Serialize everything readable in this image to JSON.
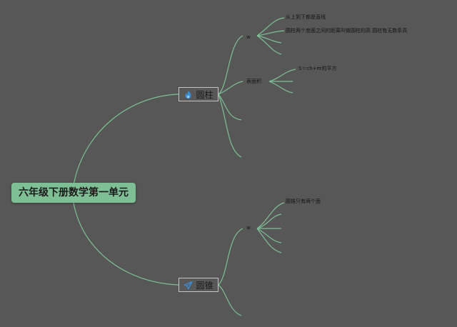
{
  "root": {
    "title": "六年级下册数学第一单元"
  },
  "topics": {
    "cylinder": {
      "label": "圆柱",
      "icon": "flame-icon",
      "icon_color": "#3b8fd9"
    },
    "cone": {
      "label": "圆锥",
      "icon": "paper-plane-icon",
      "icon_color": "#3b8fd9"
    }
  },
  "subtopics": {
    "cylinder_w": "w",
    "cylinder_surface": "表面积",
    "cone_w": "w"
  },
  "leaves": {
    "cylinder_1": "从上到下都是直线",
    "cylinder_2": "圆柱两个底面之间的距离叫做圆柱的高  圆柱有无数条高",
    "surface_1": "S＝ch+πr的平方",
    "cone_1": "圆锥只有两个面"
  },
  "colors": {
    "background": "#575757",
    "branch": "#7fbf95",
    "root_fill": "#7fbf95",
    "topic_border": "#c4c4c4"
  }
}
